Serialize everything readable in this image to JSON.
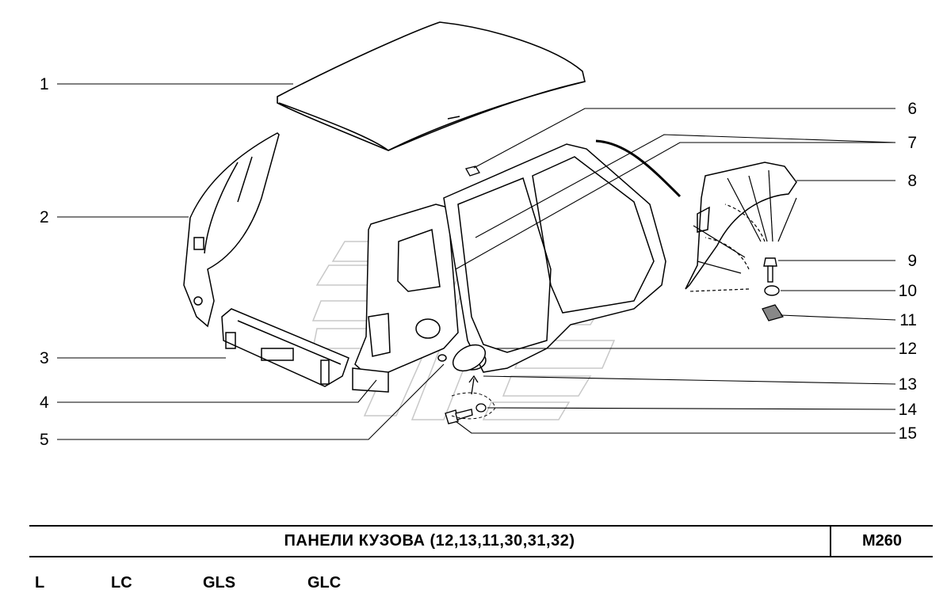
{
  "callouts": {
    "c1": "1",
    "c2": "2",
    "c3": "3",
    "c4": "4",
    "c5": "5",
    "c6": "6",
    "c7": "7",
    "c8": "8",
    "c9": "9",
    "c10": "10",
    "c11": "11",
    "c12": "12",
    "c13": "13",
    "c14": "14",
    "c15": "15"
  },
  "footer": {
    "title": "ПАНЕЛИ  КУЗОВА (12,13,11,30,31,32)",
    "code": "M260"
  },
  "variants": [
    "L",
    "LC",
    "GLS",
    "GLC"
  ]
}
